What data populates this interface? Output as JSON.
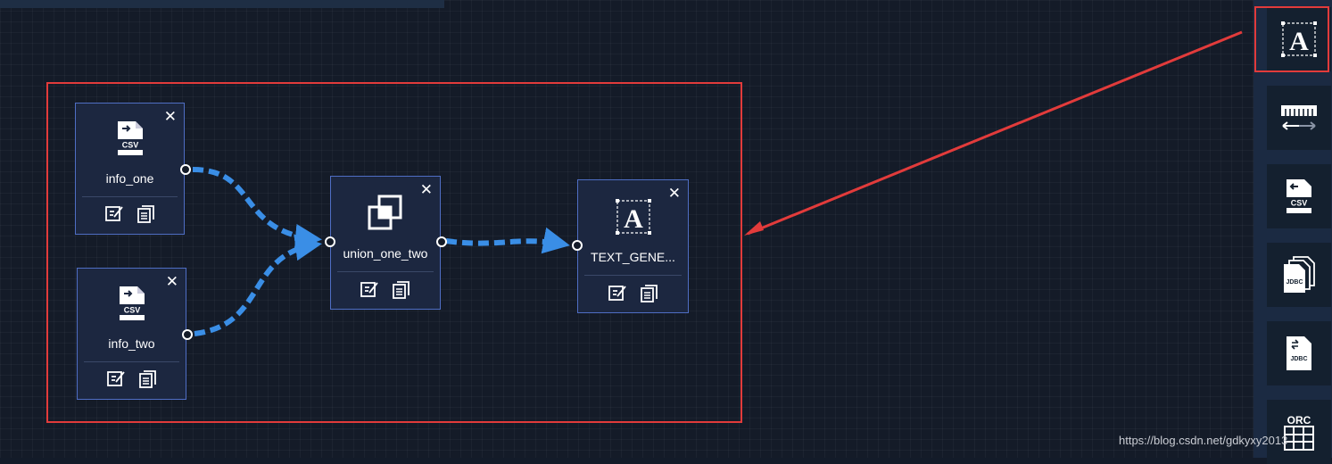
{
  "nodes": [
    {
      "id": "info_one",
      "label": "info_one",
      "icon": "csv-input-icon",
      "close": "✕"
    },
    {
      "id": "info_two",
      "label": "info_two",
      "icon": "csv-input-icon",
      "close": "✕"
    },
    {
      "id": "union",
      "label": "union_one_two",
      "icon": "union-icon",
      "close": "✕"
    },
    {
      "id": "text_gen",
      "label": "TEXT_GENE...",
      "icon": "text-generator-icon",
      "close": "✕"
    }
  ],
  "sidebar": {
    "tools": [
      "text-generator-icon",
      "ruler-icon",
      "csv-output-icon",
      "jdbc-multi-icon",
      "jdbc-icon",
      "orc-icon"
    ],
    "csv_text": "CSV",
    "jdbc_text": "JDBC",
    "orc_text": "ORC"
  },
  "watermark": "https://blog.csdn.net/gdkyxy2013",
  "colors": {
    "link": "#3a8ee6",
    "highlight": "#e23b3b",
    "node_border": "#4f6ec4"
  }
}
